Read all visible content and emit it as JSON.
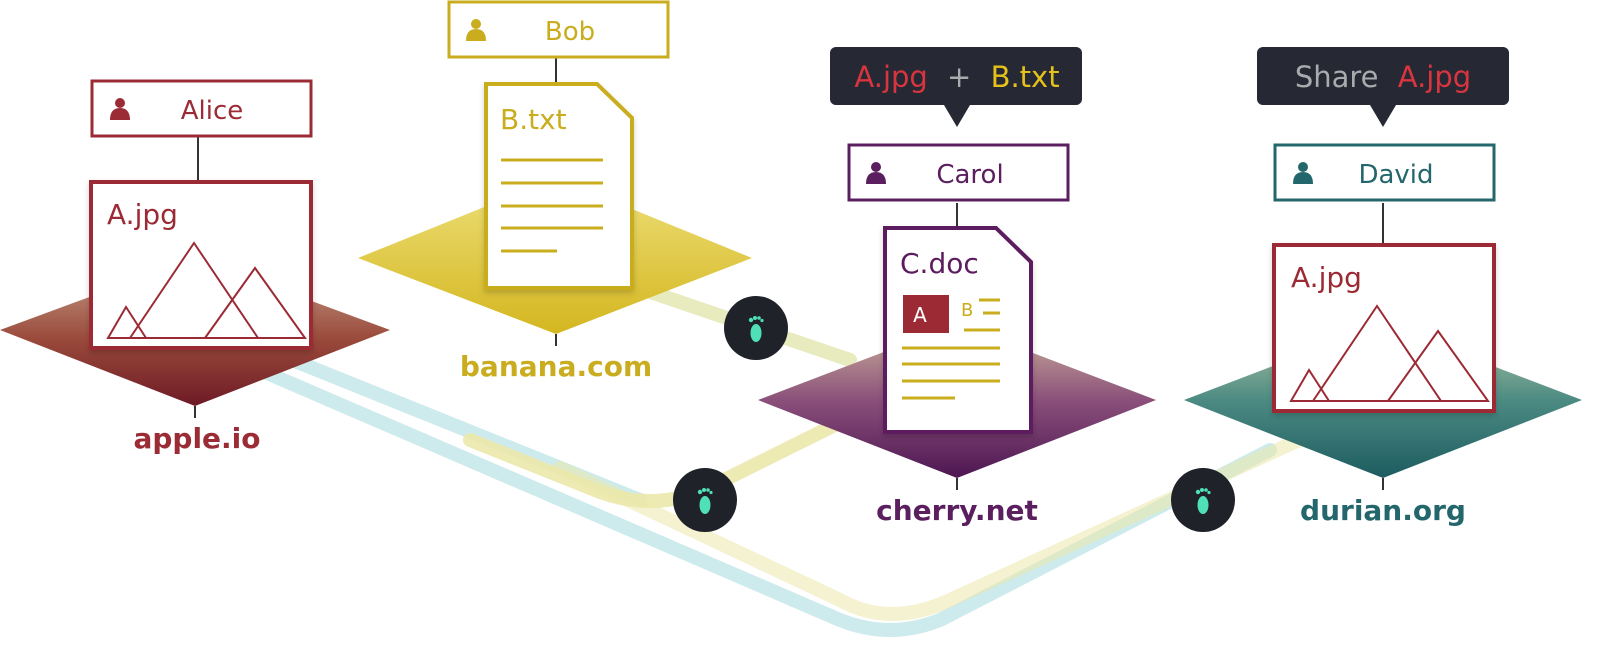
{
  "colors": {
    "apple": "#9b2c35",
    "banana": "#c9ad1e",
    "cherry": "#5b1f5f",
    "durian": "#23676c",
    "callout_bg": "#262833",
    "callout_text": "#a9abae",
    "footprint": "#4fe0b8",
    "footprint_bg": "#1f2229",
    "path_blue": "#c4e6e9",
    "path_yellow": "#e9e5a9"
  },
  "hosts": {
    "apple": {
      "domain": "apple.io",
      "user": "Alice",
      "file": "A.jpg"
    },
    "banana": {
      "domain": "banana.com",
      "user": "Bob",
      "file": "B.txt"
    },
    "cherry": {
      "domain": "cherry.net",
      "user": "Carol",
      "file": "C.doc",
      "badge_a": "A",
      "badge_b": "B"
    },
    "durian": {
      "domain": "durian.org",
      "user": "David",
      "file": "A.jpg"
    }
  },
  "callouts": {
    "cherry": {
      "part1": "A.jpg",
      "plus": "+",
      "part2": "B.txt"
    },
    "durian": {
      "prefix": "Share",
      "file": "A.jpg"
    }
  },
  "icons": {
    "user": "user-icon",
    "image": "image-file-icon",
    "document": "document-file-icon",
    "footprint": "footprint-icon"
  }
}
